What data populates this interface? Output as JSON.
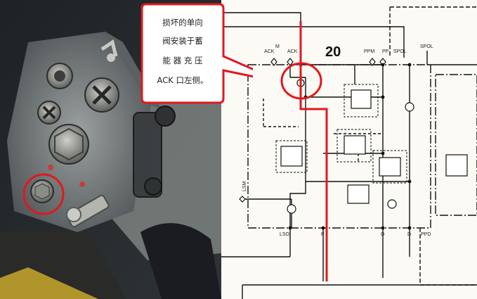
{
  "callout": {
    "lines": [
      "损坏的单向",
      "阀安装于蓄",
      "能 器 充 压",
      "ACK 口左侧。"
    ]
  },
  "schematic": {
    "block_number": "20",
    "ports_top": {
      "ack_m": "ACK",
      "m": "M",
      "ack": "ACK",
      "ppm": "PPM",
      "pp": "PP",
      "spol_top": "SPOL",
      "spol": "SPOL"
    },
    "ports_bottom": {
      "lso": "LSO",
      "p": "P",
      "o": "O",
      "d": "D",
      "ppd": "PPD"
    },
    "port_left": "LSM"
  },
  "colors": {
    "highlight_red": "#e0191e",
    "schematic_bg": "#fbfaf5",
    "line": "#111111",
    "callout_fill": "#ffffff"
  }
}
